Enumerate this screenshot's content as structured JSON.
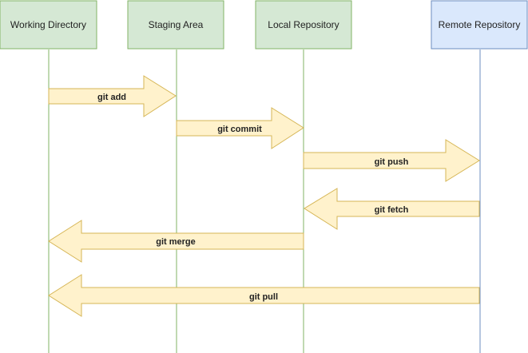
{
  "lifelines": [
    {
      "id": "wd",
      "label": "Working Directory",
      "fill": "#d5e8d4",
      "stroke": "#82b366"
    },
    {
      "id": "sa",
      "label": "Staging Area",
      "fill": "#d5e8d4",
      "stroke": "#82b366"
    },
    {
      "id": "lr",
      "label": "Local Repository",
      "fill": "#d5e8d4",
      "stroke": "#82b366"
    },
    {
      "id": "rr",
      "label": "Remote Repository",
      "fill": "#dae8fc",
      "stroke": "#6c8ebf"
    }
  ],
  "commands": [
    {
      "id": "add",
      "label": "git add",
      "from": "wd",
      "to": "sa"
    },
    {
      "id": "commit",
      "label": "git commit",
      "from": "sa",
      "to": "lr"
    },
    {
      "id": "push",
      "label": "git push",
      "from": "lr",
      "to": "rr"
    },
    {
      "id": "fetch",
      "label": "git fetch",
      "from": "rr",
      "to": "lr"
    },
    {
      "id": "merge",
      "label": "git merge",
      "from": "lr",
      "to": "wd"
    },
    {
      "id": "pull",
      "label": "git pull",
      "from": "rr",
      "to": "wd"
    }
  ],
  "colors": {
    "arrow_fill": "#fff2cc",
    "arrow_stroke": "#d6b656",
    "lifeline_line": "#82b366",
    "remote_line": "#6c8ebf"
  }
}
